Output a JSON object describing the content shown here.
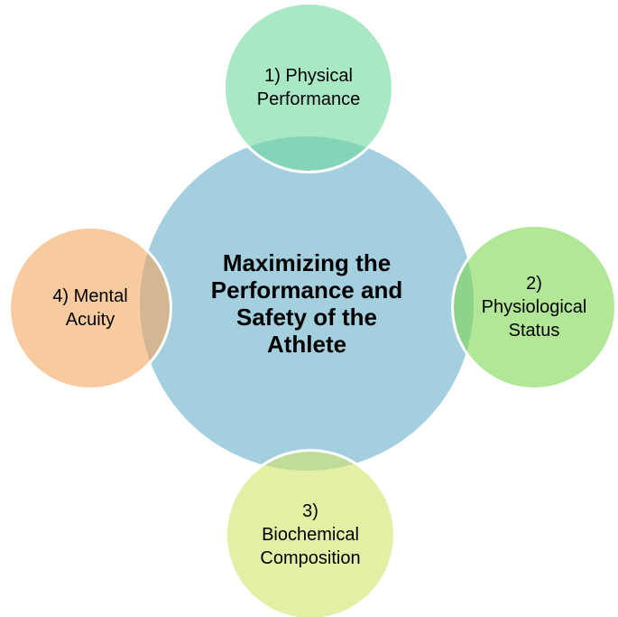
{
  "figure": {
    "background_color": "#ffffff",
    "text_color": "#000000",
    "center_circle": {
      "id": "athlete-goal",
      "text": "Maximizing the Performance and Safety of the Athlete",
      "lines": [
        "Maximizing the",
        "Performance and",
        "Safety of the",
        "Athlete"
      ],
      "color": "#a4cfdf"
    },
    "satellite_circles": [
      {
        "id": "physical-performance",
        "position": "top",
        "text": "1) Physical Performance",
        "lines": [
          "1) Physical",
          "Performance"
        ],
        "color": "#a9e8c5",
        "fill": "rgba(112,217,158,0.6)",
        "stroke_color": "#ffffff",
        "overlap_color": "#7ed1b2"
      },
      {
        "id": "physiological-status",
        "position": "right",
        "text": "2) Physiological Status",
        "lines": [
          "2)",
          "Physiological",
          "Status"
        ],
        "color": "#b1e797",
        "fill": "rgba(125,215,82,0.6)",
        "stroke_color": "#ffffff",
        "overlap_color": "#84cc8c"
      },
      {
        "id": "biochemical-composition",
        "position": "bottom",
        "text": "3) Biochemical Composition",
        "lines": [
          "3)",
          "Biochemical",
          "Composition"
        ],
        "color": "#e4efa5",
        "fill": "rgba(210,228,105,0.6)",
        "stroke_color": "#ffffff",
        "overlap_color": "#a8d193"
      },
      {
        "id": "mental-acuity",
        "position": "left",
        "text": "4) Mental Acuity",
        "lines": [
          "4) Mental",
          "Acuity"
        ],
        "color": "#f8caa0",
        "fill": "rgba(243,167,97,0.6)",
        "stroke_color": "#ffffff",
        "overlap_color": "#c6b292"
      }
    ]
  }
}
